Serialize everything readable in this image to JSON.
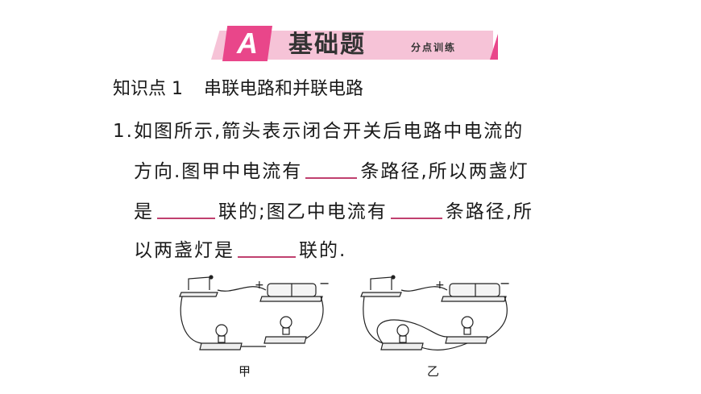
{
  "banner": {
    "letter": "A",
    "title": "基础题",
    "subtitle": "分点训练",
    "colors": {
      "accent": "#e9468a",
      "strip": "#f6c3d7"
    }
  },
  "section": {
    "label": "知识点 1",
    "title": "串联电路和并联电路"
  },
  "question": {
    "number": "1.",
    "lines": [
      {
        "before": "如图所示,箭头表示闭合开关后电路中电流的"
      },
      {
        "before": "方向.图甲中电流有",
        "after": "条路径,所以两盏灯"
      },
      {
        "before": "是",
        "middle": "联的;图乙中电流有",
        "after": "条路径,所"
      },
      {
        "before": "以两盏灯是",
        "after": "联的."
      }
    ],
    "blank_color": "#c0406f"
  },
  "figures": [
    {
      "label": "甲",
      "battery_plus": "+",
      "battery_minus": "−",
      "type": "series"
    },
    {
      "label": "乙",
      "battery_plus": "+",
      "battery_minus": "−",
      "type": "parallel"
    }
  ]
}
